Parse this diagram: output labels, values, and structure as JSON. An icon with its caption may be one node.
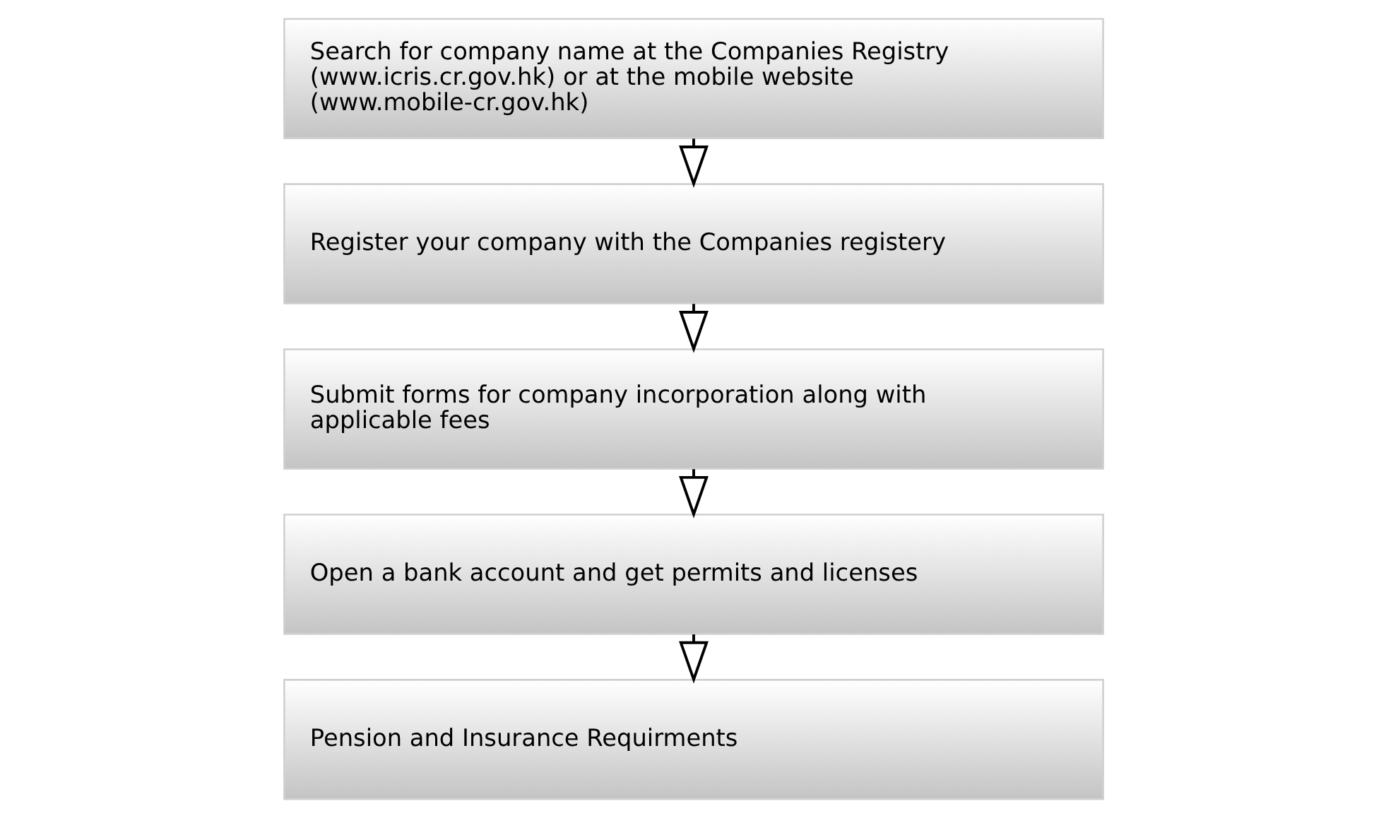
{
  "diagram": {
    "nodes": [
      {
        "text": [
          "Search for company name at the Companies Registry (www.icris.cr.gov.hk) or at the mobile website (www.mobile-cr.gov.hk)"
        ]
      },
      {
        "text": [
          "Register your company with the Companies registery"
        ]
      },
      {
        "text": [
          "Submit forms for company incorporation along with applicable fees"
        ]
      },
      {
        "text": [
          "Open a bank account and get permits and licenses"
        ]
      },
      {
        "text": [
          "Pension and Insurance Requirments"
        ]
      }
    ],
    "edges": [
      {
        "from": 0,
        "to": 1,
        "arrow": "to"
      },
      {
        "from": 1,
        "to": 2,
        "arrow": "to"
      },
      {
        "from": 2,
        "to": 3,
        "arrow": "to"
      },
      {
        "from": 3,
        "to": 4,
        "arrow": "to"
      }
    ]
  }
}
